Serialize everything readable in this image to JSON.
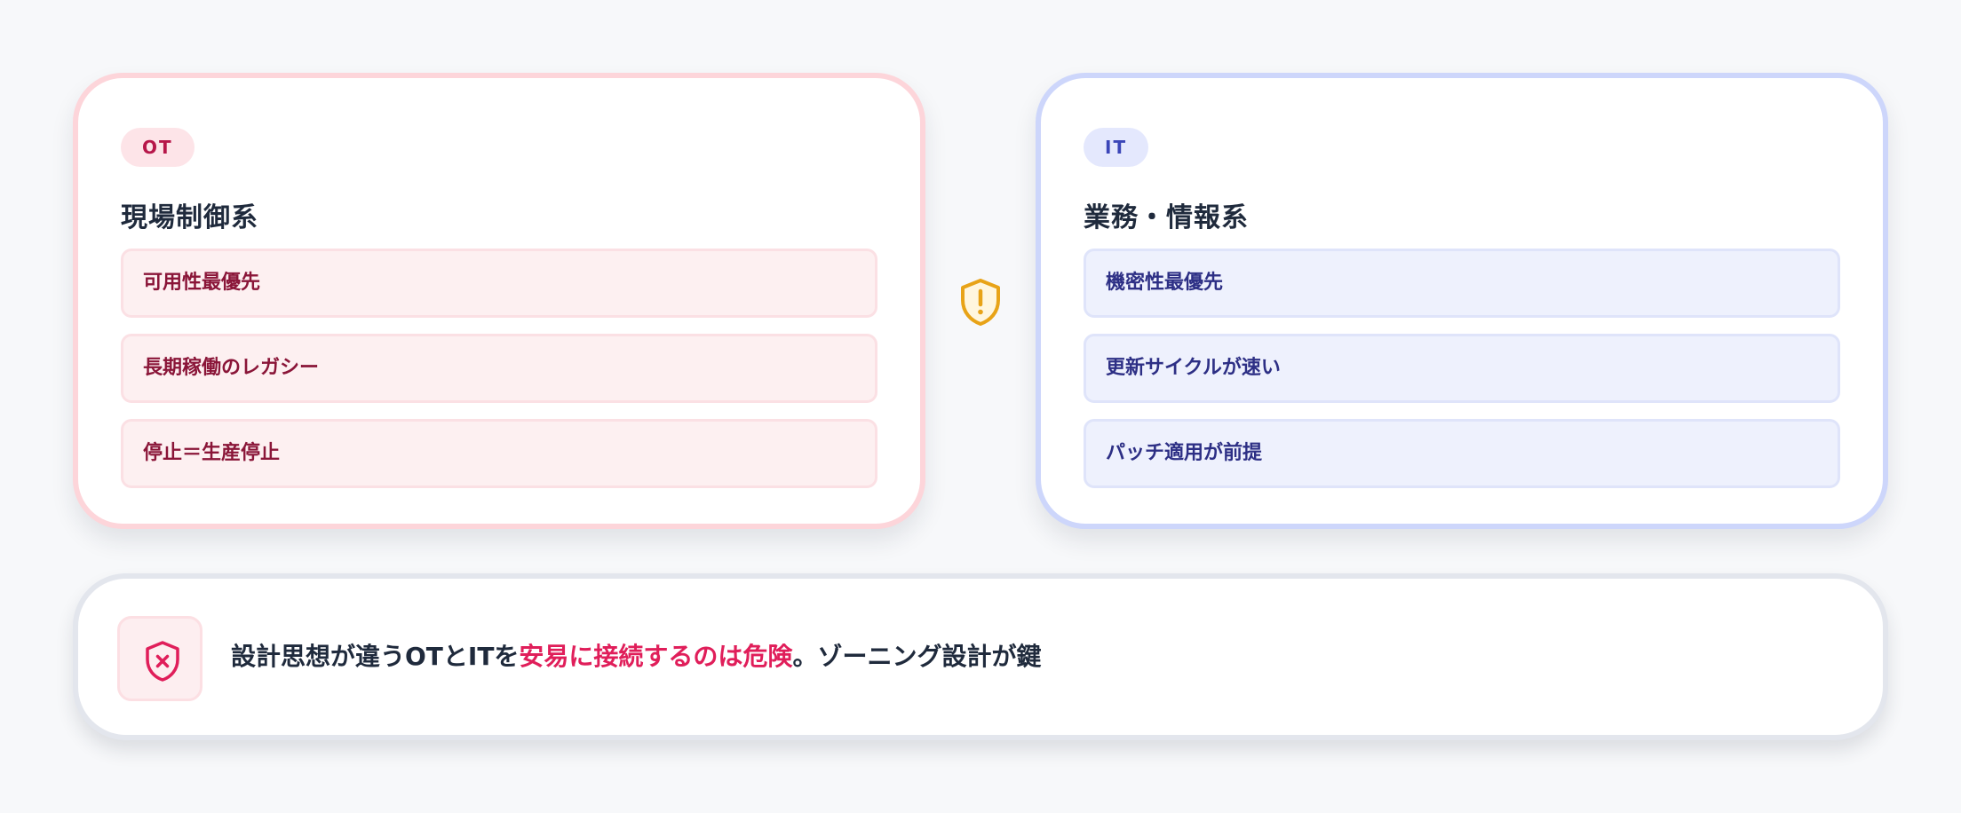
{
  "ot_panel": {
    "badge": "OT",
    "title": "現場制御系",
    "items": [
      "可用性最優先",
      "長期稼働のレガシー",
      "停止＝生産停止"
    ]
  },
  "it_panel": {
    "badge": "IT",
    "title": "業務・情報系",
    "items": [
      "機密性最優先",
      "更新サイクルが速い",
      "パッチ適用が前提"
    ]
  },
  "center_icon": "shield-alert-icon",
  "note": {
    "icon": "shield-x-icon",
    "text_before": "設計思想が違うOTとITを",
    "text_highlight": "安易に接続するのは危険",
    "text_after": "。ゾーニング設計が鍵"
  },
  "colors": {
    "ot_accent": "#b7174a",
    "it_accent": "#3b46b8",
    "warning": "#e8a317",
    "danger": "#e01e5a"
  }
}
